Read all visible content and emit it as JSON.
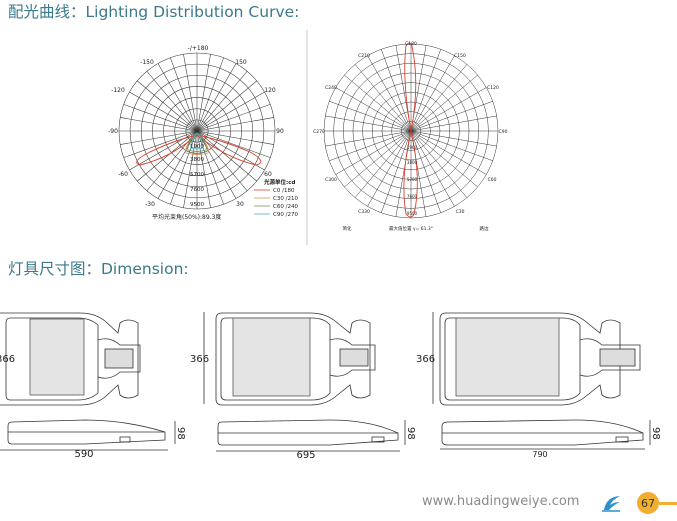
{
  "headings": {
    "curve": "配光曲线：Lighting Distribution Curve:",
    "dimension": "灯具尺寸图：Dimension:"
  },
  "polar_left": {
    "angles": [
      "-/+180",
      "-150",
      "150",
      "-120",
      "120",
      "-90",
      "90",
      "-60",
      "60",
      "-30",
      "30"
    ],
    "radial_labels": [
      "1900",
      "3800",
      "5700",
      "7600",
      "9500"
    ],
    "legend_title": "光源单位:cd",
    "legend": [
      "C0 /180",
      "C30 /210",
      "C60 /240",
      "C90 /270"
    ],
    "beam_note": "平均光束角(50%):89.3度"
  },
  "polar_right": {
    "angles": [
      "C180",
      "C210",
      "C150",
      "C240",
      "C120",
      "C270",
      "C90",
      "C300",
      "C60",
      "C330",
      "C30"
    ],
    "radial_labels": [
      "1900",
      "3800",
      "5700",
      "7600",
      "9500"
    ],
    "bottom_labels": [
      "简化",
      "最大值位置 γ= 61.3°",
      "路边"
    ]
  },
  "dimensions": {
    "lamp1": {
      "height": "366",
      "depth": "98",
      "width": "590"
    },
    "lamp2": {
      "height": "366",
      "depth": "98",
      "width": "695"
    },
    "lamp3": {
      "height": "366",
      "depth": "98",
      "width": "790"
    }
  },
  "footer": {
    "url": "www.huadingweiye.com",
    "page": "67"
  },
  "colors": {
    "heading": "#3a7a8c",
    "badge": "#f2ae2e",
    "curve_red": "#d9402e"
  }
}
